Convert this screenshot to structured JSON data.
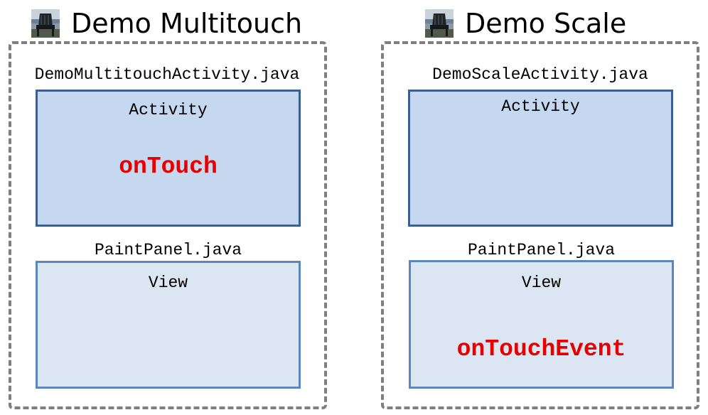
{
  "colors": {
    "handler_text": "#e60000",
    "dashed_border": "#7f7f7f",
    "activity_fill": "#c5d8ef",
    "activity_border": "#3c5f8f",
    "view_fill": "#dce6f2",
    "view_border": "#5b86c0"
  },
  "panels": [
    {
      "title": "Demo Multitouch",
      "icon": "chair-photo-icon",
      "activity_file": "DemoMultitouchActivity.java",
      "activity_box": {
        "label": "Activity",
        "handler": "onTouch"
      },
      "view_file": "PaintPanel.java",
      "view_box": {
        "label": "View",
        "handler": ""
      }
    },
    {
      "title": "Demo Scale",
      "icon": "chair-photo-icon",
      "activity_file": "DemoScaleActivity.java",
      "activity_box": {
        "label": "Activity",
        "handler": ""
      },
      "view_file": "PaintPanel.java",
      "view_box": {
        "label": "View",
        "handler": "onTouchEvent"
      }
    }
  ]
}
